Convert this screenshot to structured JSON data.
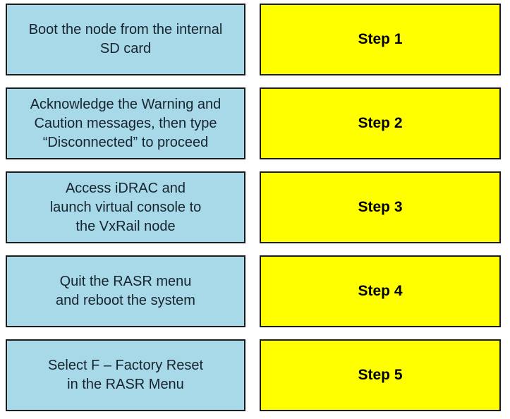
{
  "colors": {
    "page_bg": "#ffffff",
    "task_box_bg": "#a7d9e8",
    "task_box_border": "#1c1c1c",
    "task_text_color": "#17242e",
    "step_box_bg": "#ffff00",
    "step_box_border": "#1c1c1c",
    "step_text_color": "#000000"
  },
  "rows": [
    {
      "task": {
        "text": "Boot the node from the internal\nSD card"
      },
      "step": {
        "label": "Step 1"
      }
    },
    {
      "task": {
        "text": "Acknowledge the Warning and\nCaution messages, then type\n“Disconnected” to proceed"
      },
      "step": {
        "label": "Step 2"
      }
    },
    {
      "task": {
        "text": "Access iDRAC and\nlaunch virtual console to\nthe VxRail node"
      },
      "step": {
        "label": "Step 3"
      }
    },
    {
      "task": {
        "text": "Quit the RASR menu\nand reboot the system"
      },
      "step": {
        "label": "Step 4"
      }
    },
    {
      "task": {
        "text": "Select F – Factory Reset\nin the RASR Menu"
      },
      "step": {
        "label": "Step 5"
      }
    }
  ]
}
